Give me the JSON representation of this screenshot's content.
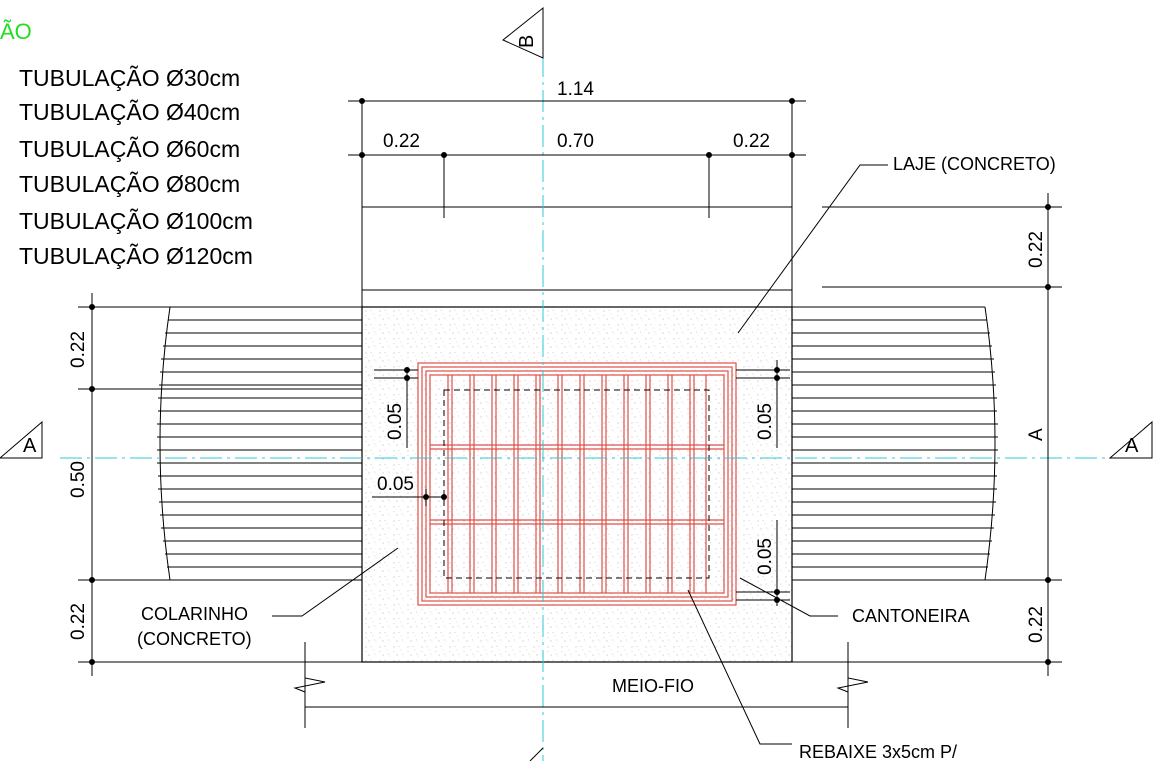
{
  "title_fragment": "ÃO",
  "legend": [
    "TUBULAÇÃO Ø30cm",
    "TUBULAÇÃO Ø40cm",
    "TUBULAÇÃO Ø60cm",
    "TUBULAÇÃO Ø80cm",
    "TUBULAÇÃO Ø100cm",
    "TUBULAÇÃO Ø120cm"
  ],
  "dimensions": {
    "top_total": "1.14",
    "top_left": "0.22",
    "top_mid": "0.70",
    "top_right": "0.22",
    "left_top": "0.22",
    "left_mid": "0.50",
    "left_bot": "0.22",
    "right_top": "0.22",
    "right_mid": "A",
    "right_bot": "0.22",
    "inner_left_top": "0.05",
    "inner_left_mid": "0.05",
    "inner_right_top": "0.05",
    "inner_right_bot": "0.05"
  },
  "sections": {
    "a_left": "A",
    "a_right": "A",
    "b_top": "B"
  },
  "labels": {
    "laje": "LAJE (CONCRETO)",
    "colarinho_1": "COLARINHO",
    "colarinho_2": "(CONCRETO)",
    "cantoneira": "CANTONEIRA",
    "meio_fio": "MEIO-FIO",
    "rebaixe": "REBAIXE 3x5cm P/"
  },
  "colors": {
    "grate": "#e0504a",
    "axis": "#2fc9d6",
    "title": "#22dd22",
    "line": "#000000"
  }
}
